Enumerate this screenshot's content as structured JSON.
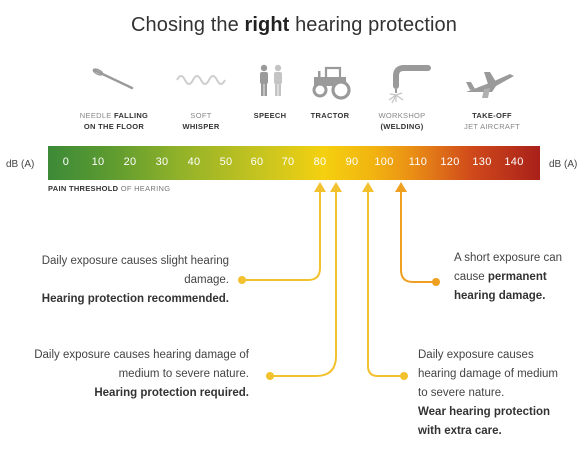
{
  "title": {
    "pre": "Chosing the ",
    "bold": "right",
    "post": " hearing protection"
  },
  "sources": [
    {
      "line1_plain": "NEEDLE ",
      "line1_bold": "FALLING",
      "line2_bold": "ON THE FLOOR",
      "icon": "needle-icon"
    },
    {
      "line1_plain": "SOFT",
      "line2_plain": "WHISPER",
      "icon": "wave-icon"
    },
    {
      "line1_bold": "SPEECH",
      "icon": "people-icon"
    },
    {
      "line1_bold": "TRACTOR",
      "icon": "tractor-icon"
    },
    {
      "line1_plain": "WORKSHOP",
      "line2_bold": "(WELDING)",
      "icon": "welding-icon"
    },
    {
      "line1_bold": "TAKE-OFF",
      "line2_plain": "JET AIRCRAFT",
      "icon": "jet-icon"
    }
  ],
  "scale": {
    "unit_left": "dB (A)",
    "unit_right": "dB (A)",
    "ticks": [
      "0",
      "10",
      "20",
      "30",
      "40",
      "50",
      "60",
      "70",
      "80",
      "90",
      "100",
      "110",
      "120",
      "130",
      "140"
    ]
  },
  "pain": {
    "bold": "PAIN THRESHOLD",
    "plain": " OF HEARING"
  },
  "callouts": {
    "slight": {
      "line1": "Daily exposure causes slight hearing",
      "line2": "damage.",
      "line3": "Hearing protection recommended."
    },
    "medium": {
      "line1": "Daily exposure causes hearing damage of",
      "line2": "medium to severe nature.",
      "line3": "Hearing protection required."
    },
    "severe": {
      "line1": "Daily exposure causes",
      "line2": "hearing damage of medium",
      "line3": "to severe nature.",
      "line4": "Wear hearing protection",
      "line5": "with extra care."
    },
    "permanent": {
      "line1": "A short exposure can",
      "line2_plain": "cause ",
      "line2_bold": "permanent",
      "line3": "hearing damage."
    }
  },
  "colors": {
    "connector": "#f2c12e",
    "connector_dark": "#f0a020",
    "dot": "#f2c12e"
  }
}
